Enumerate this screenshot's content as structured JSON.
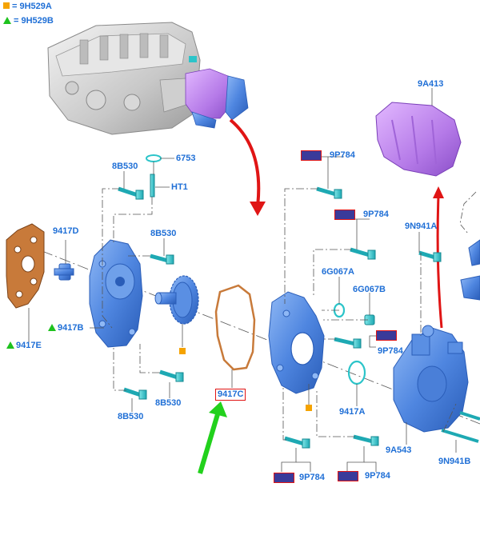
{
  "legend": [
    {
      "symbol": "orange-square",
      "text": "= 9H529A"
    },
    {
      "symbol": "green-triangle",
      "text": "= 9H529B"
    }
  ],
  "labels": {
    "c6753": "6753",
    "ht1": "HT1",
    "b8530a": "8B530",
    "b8530b": "8B530",
    "b8530c": "8B530",
    "b8530d": "8B530",
    "p9417d": "9417D",
    "p9417b": "9417B",
    "p9417e": "9417E",
    "p9417c": "9417C",
    "p9417a": "9417A",
    "p9p784a": "9P784",
    "p9p784b": "9P784",
    "p9p784c": "9P784",
    "p9p784d": "9P784",
    "p9p784e": "9P784",
    "g6067a": "6G067A",
    "g6067b": "6G067B",
    "p9n941a": "9N941A",
    "p9n941b": "9N941B",
    "p9a543": "9A543",
    "p9a413": "9A413"
  },
  "colors": {
    "label_blue": "#1f6fd6",
    "highlight_red": "#e01515",
    "arrow_red": "#e01515",
    "arrow_green": "#22d11c",
    "part_blue": "#4f86e0",
    "cover_purple": "#b57ae8",
    "gasket_orange": "#c87a3a",
    "fastener_cyan": "#2bc4c9"
  }
}
